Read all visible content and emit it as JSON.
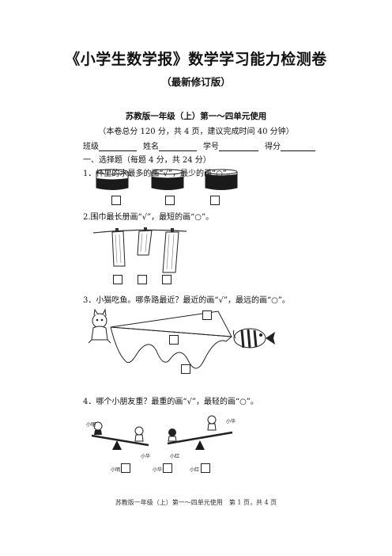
{
  "header": {
    "title": "《小学生数学报》数学学习能力检测卷",
    "subtitle": "（最新修订版）",
    "edition": "苏教版一年级（上）第一～四单元使用",
    "info": "（本卷总分 120 分，共 4 页，建议完成时间 40 分钟）"
  },
  "fields": {
    "class_label": "班级",
    "name_label": "姓名",
    "number_label": "学号",
    "score_label": "得分"
  },
  "section1": "一、选择题（每题 4 分，共 24 分）",
  "questions": {
    "q1": "1．杯里的水最多的画“√”，最少的画“○”。",
    "q2": "2.围巾最长册画“√”，最短的画“○”。",
    "q3": "3．小猫吃鱼。哪条路最近？最近的画“√”，最远的画“○”。",
    "q4": "4．哪个小朋友重？最重的画“√”，最轻的画“○”。"
  },
  "q4_labels": {
    "seesaw1_left": "小明",
    "seesaw1_right": "小华",
    "seesaw2_left": "小红",
    "seesaw2_right": "小华",
    "box1": "小明",
    "box2": "小华",
    "box3": "小红"
  },
  "footer": "苏教版一年级（上）第一～四单元使用　第 1 页，共 4 页"
}
